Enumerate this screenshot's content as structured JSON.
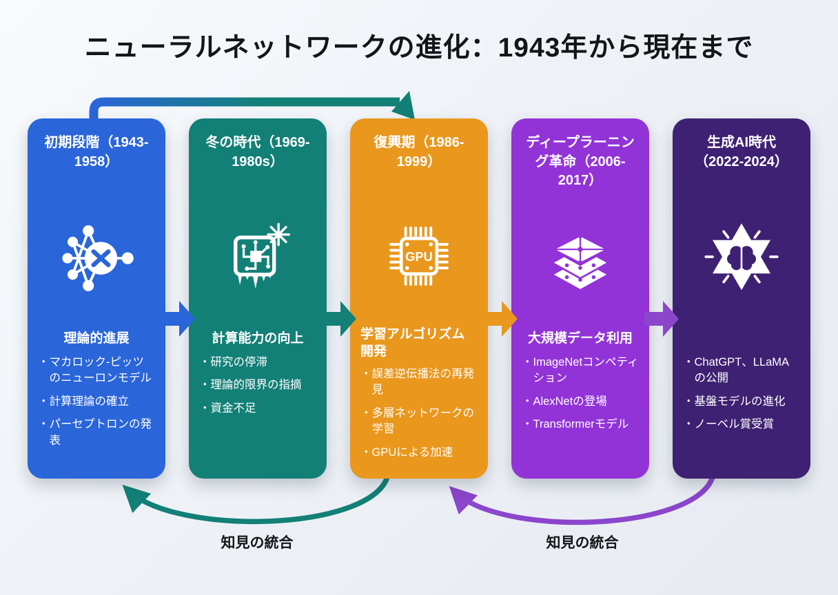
{
  "page_title": "ニューラルネットワークの進化：1943年から現在まで",
  "stages": [
    {
      "title": "初期段階（1943-1958）",
      "icon": "neural-network-icon",
      "color": "#2a65d9",
      "heading": "理論的進展",
      "bullets": [
        "マカロック-ピッツのニューロンモデル",
        "計算理論の確立",
        "パーセプトロンの発表"
      ]
    },
    {
      "title": "冬の時代（1969-1980s）",
      "icon": "frozen-circuit-icon",
      "color": "#138077",
      "heading": "計算能力の向上",
      "bullets": [
        "研究の停滞",
        "理論的限界の指摘",
        "資金不足"
      ]
    },
    {
      "title": "復興期（1986-1999）",
      "icon": "gpu-chip-icon",
      "icon_text": "GPU",
      "color": "#e9971d",
      "heading": "学習アルゴリズム開発",
      "bullets": [
        "誤差逆伝播法の再発見",
        "多層ネットワークの学習",
        "GPUによる加速"
      ]
    },
    {
      "title": "ディープラーニング革命（2006-2017）",
      "icon": "layered-network-icon",
      "color": "#9233d8",
      "heading": "大規模データ利用",
      "bullets": [
        "ImageNetコンペティション",
        "AlexNetの登場",
        "Transformerモデル"
      ]
    },
    {
      "title": "生成AI時代（2022-2024）",
      "icon": "brain-spark-icon",
      "color": "#3e2173",
      "heading": "",
      "bullets": [
        "ChatGPT、LLaMAの公開",
        "基盤モデルの進化",
        "ノーベル賞受賞"
      ]
    }
  ],
  "connectors": {
    "skip_arrow_colors": [
      "#2a65d9",
      "#138077"
    ],
    "feedback_left_color": "#138077",
    "feedback_right_color": "#8b46cc"
  },
  "feedback_labels": {
    "left": "知見の統合",
    "right": "知見の統合"
  }
}
